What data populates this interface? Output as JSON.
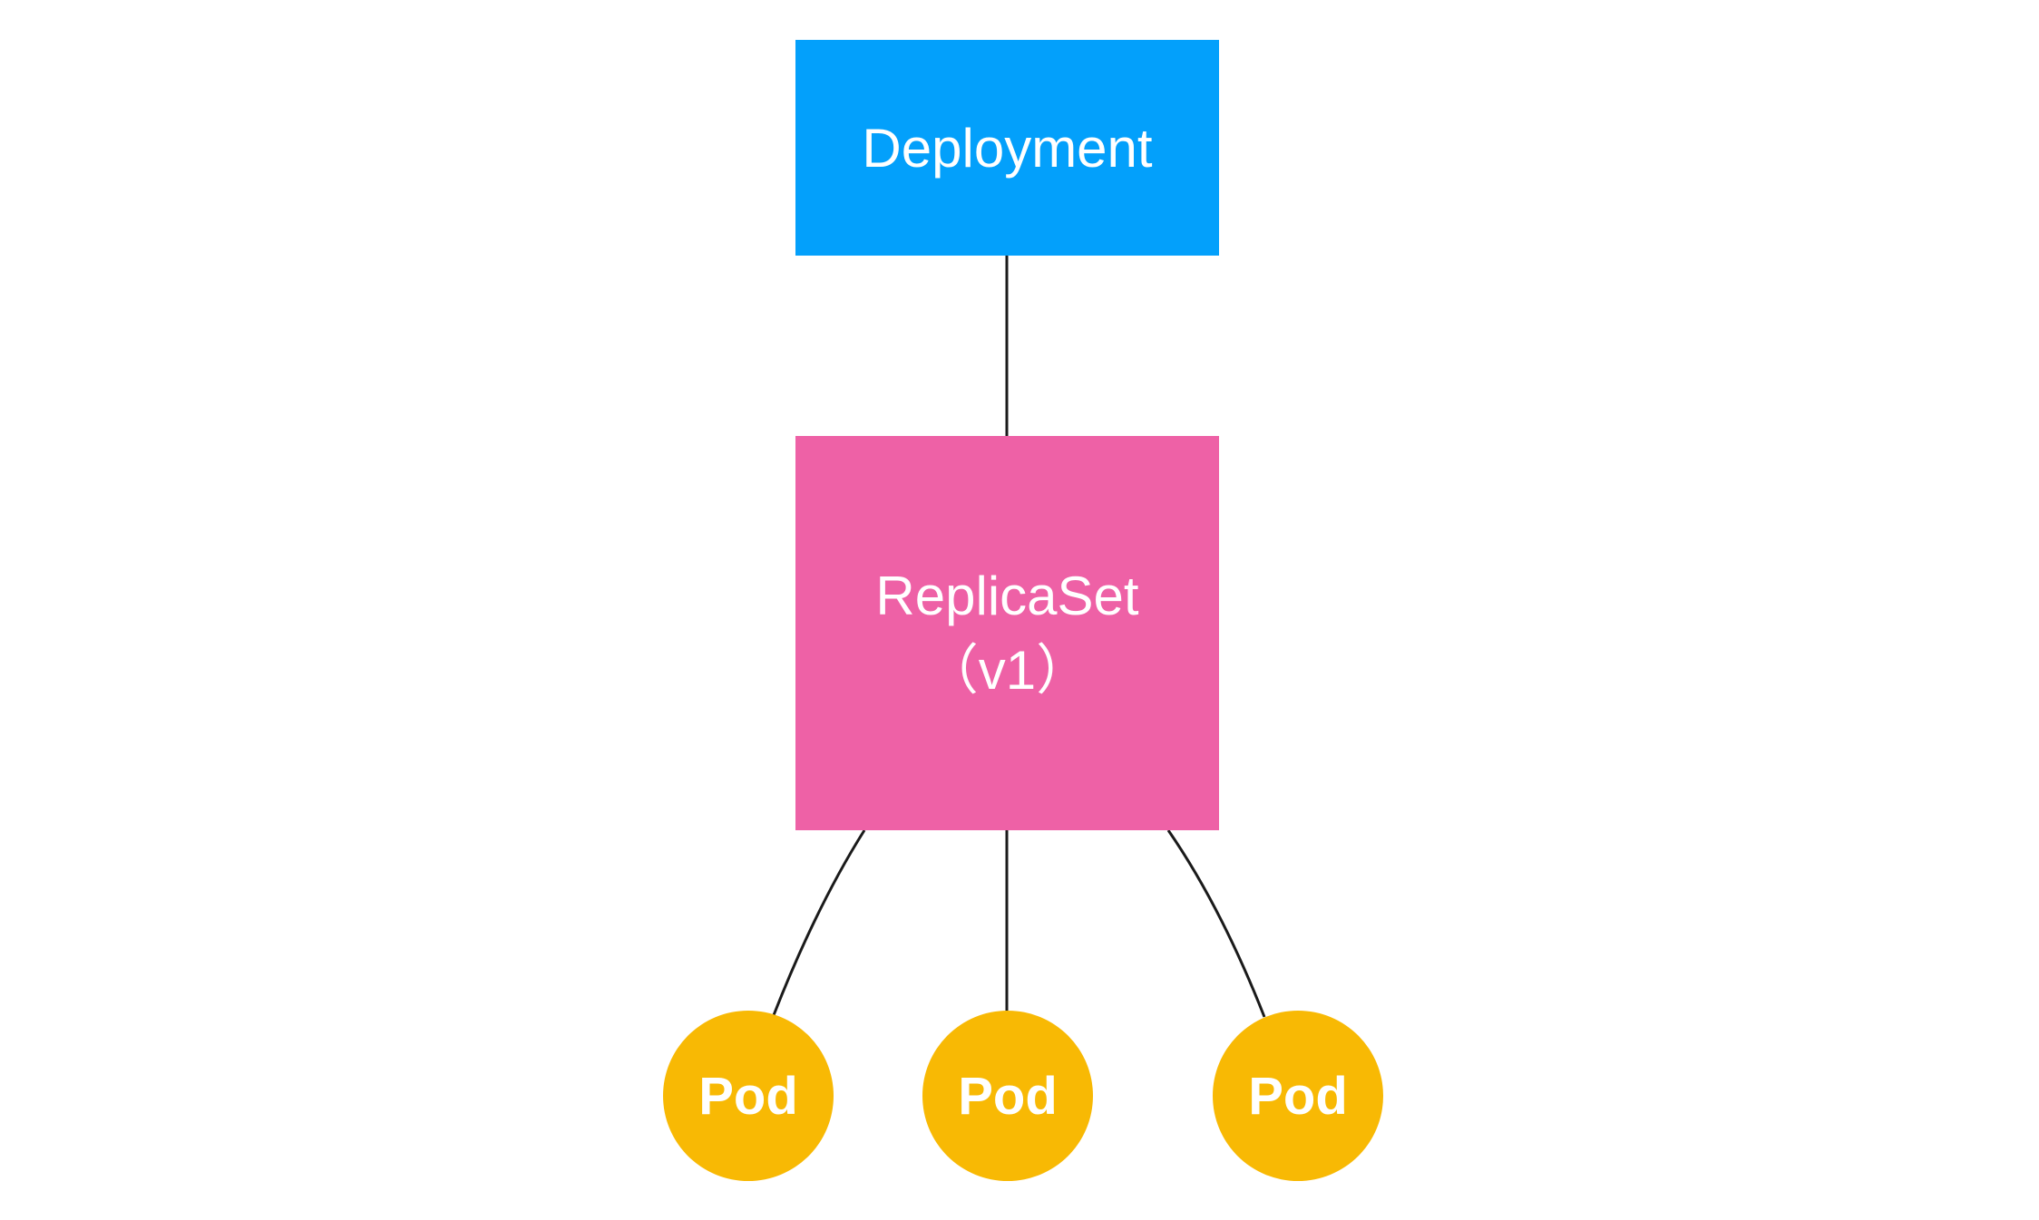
{
  "nodes": {
    "deployment": {
      "label": "Deployment",
      "color": "#03a0fb"
    },
    "replicaset": {
      "label_line1": "ReplicaSet",
      "label_line2": "（v1）",
      "color": "#ee61a6"
    },
    "pods": [
      {
        "label": "Pod",
        "color": "#f8b904"
      },
      {
        "label": "Pod",
        "color": "#f8b904"
      },
      {
        "label": "Pod",
        "color": "#f8b904"
      }
    ]
  },
  "edges": [
    {
      "from": "deployment",
      "to": "replicaset"
    },
    {
      "from": "replicaset",
      "to": "pod-1"
    },
    {
      "from": "replicaset",
      "to": "pod-2"
    },
    {
      "from": "replicaset",
      "to": "pod-3"
    }
  ],
  "edge_color": "#1a1a1a"
}
